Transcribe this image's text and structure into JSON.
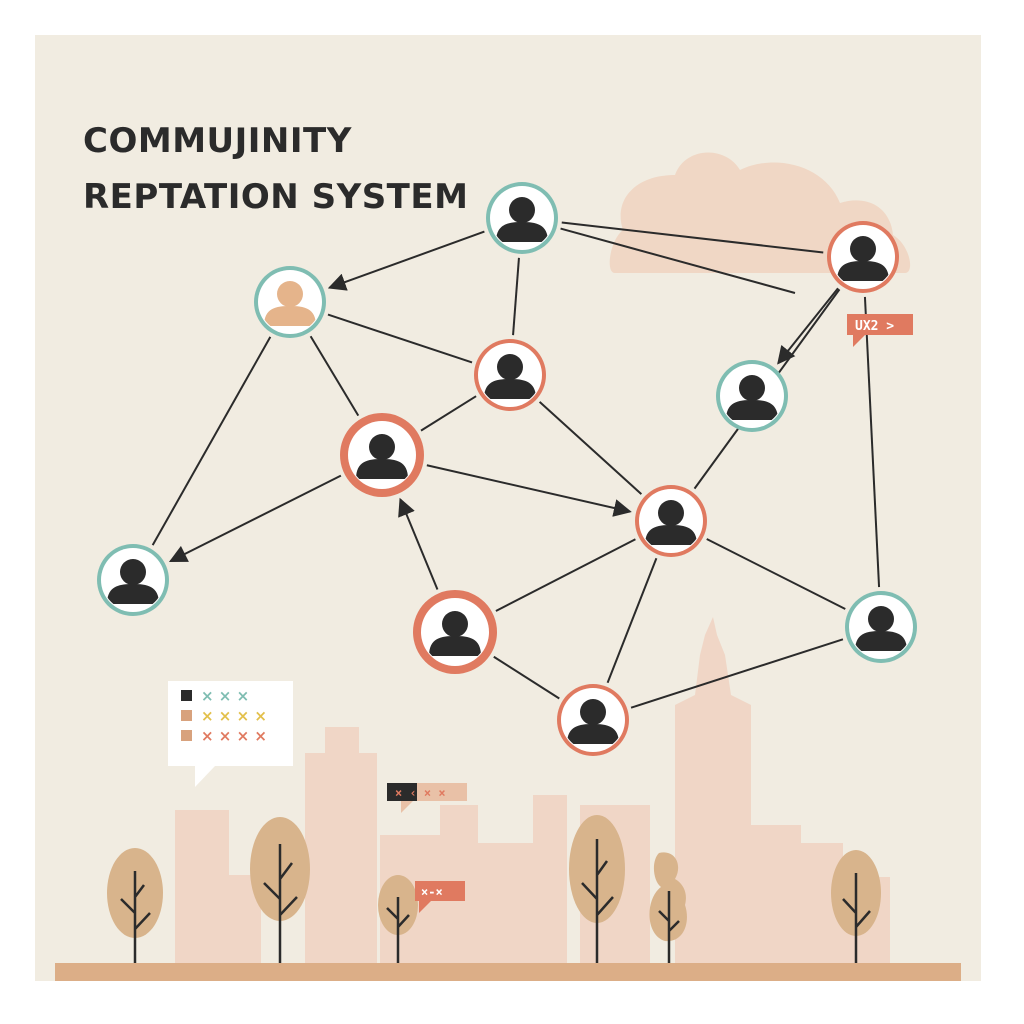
{
  "title": {
    "line1": "COMMUJINITY",
    "line2": "REPTATION SYSTEM"
  },
  "colors": {
    "background": "#f1ece1",
    "title": "#2b2b2b",
    "teal": "#7fbdb2",
    "coral": "#e07a60",
    "tan": "#e5b48b",
    "link": "#2b2b2b",
    "skyline": "#f0d6c6",
    "tree": "#d8b48c",
    "ground": "#dcae87"
  },
  "nodes": [
    {
      "id": "n1",
      "ring": "teal",
      "emphasis": "normal",
      "avatar": "dark"
    },
    {
      "id": "n2",
      "ring": "teal",
      "emphasis": "normal",
      "avatar": "tan"
    },
    {
      "id": "n3",
      "ring": "teal",
      "emphasis": "normal",
      "avatar": "dark"
    },
    {
      "id": "n4",
      "ring": "coral",
      "emphasis": "normal",
      "avatar": "dark"
    },
    {
      "id": "n5",
      "ring": "coral",
      "emphasis": "strong",
      "avatar": "dark"
    },
    {
      "id": "n6",
      "ring": "coral",
      "emphasis": "normal",
      "avatar": "dark"
    },
    {
      "id": "n7",
      "ring": "coral",
      "emphasis": "normal",
      "avatar": "dark"
    },
    {
      "id": "n8",
      "ring": "teal",
      "emphasis": "normal",
      "avatar": "dark"
    },
    {
      "id": "n9",
      "ring": "coral",
      "emphasis": "strong",
      "avatar": "dark"
    },
    {
      "id": "n10",
      "ring": "teal",
      "emphasis": "normal",
      "avatar": "dark"
    },
    {
      "id": "n11",
      "ring": "coral",
      "emphasis": "normal",
      "avatar": "dark"
    }
  ],
  "edges": [
    {
      "from": "n1",
      "to": "n2",
      "arrow": true
    },
    {
      "from": "n1",
      "to": "n4",
      "arrow": false
    },
    {
      "from": "n1",
      "to": "n6",
      "arrow": false
    },
    {
      "from": "n1",
      "to": "cloud",
      "arrow": false
    },
    {
      "from": "n2",
      "to": "n4",
      "arrow": false
    },
    {
      "from": "n2",
      "to": "n5",
      "arrow": false
    },
    {
      "from": "n2",
      "to": "n8",
      "arrow": false
    },
    {
      "from": "n4",
      "to": "n5",
      "arrow": false
    },
    {
      "from": "n4",
      "to": "n7",
      "arrow": false
    },
    {
      "from": "n5",
      "to": "n7",
      "arrow": true
    },
    {
      "from": "n5",
      "to": "n8",
      "arrow": true
    },
    {
      "from": "n6",
      "to": "n3",
      "arrow": true
    },
    {
      "from": "n6",
      "to": "n7",
      "arrow": false
    },
    {
      "from": "n6",
      "to": "n10",
      "arrow": false
    },
    {
      "from": "n7",
      "to": "n9",
      "arrow": false
    },
    {
      "from": "n7",
      "to": "n10",
      "arrow": false
    },
    {
      "from": "n7",
      "to": "n11",
      "arrow": false
    },
    {
      "from": "n9",
      "to": "n5",
      "arrow": true
    },
    {
      "from": "n9",
      "to": "n11",
      "arrow": false
    },
    {
      "from": "n11",
      "to": "n10",
      "arrow": false
    }
  ],
  "tags": {
    "top_right": "UX2 >",
    "mid": "× ‹ × ×",
    "bottom": "×-×"
  },
  "chat_card": {
    "rows": [
      {
        "square": "#2b2b2b",
        "marks": "× × ×",
        "mark_color": "#7fbdb2"
      },
      {
        "square": "#d8a27d",
        "marks": "× × × ×",
        "mark_color": "#e3c04b"
      },
      {
        "square": "#d8a27d",
        "marks": "× × × ×",
        "mark_color": "#e07a60"
      }
    ]
  }
}
